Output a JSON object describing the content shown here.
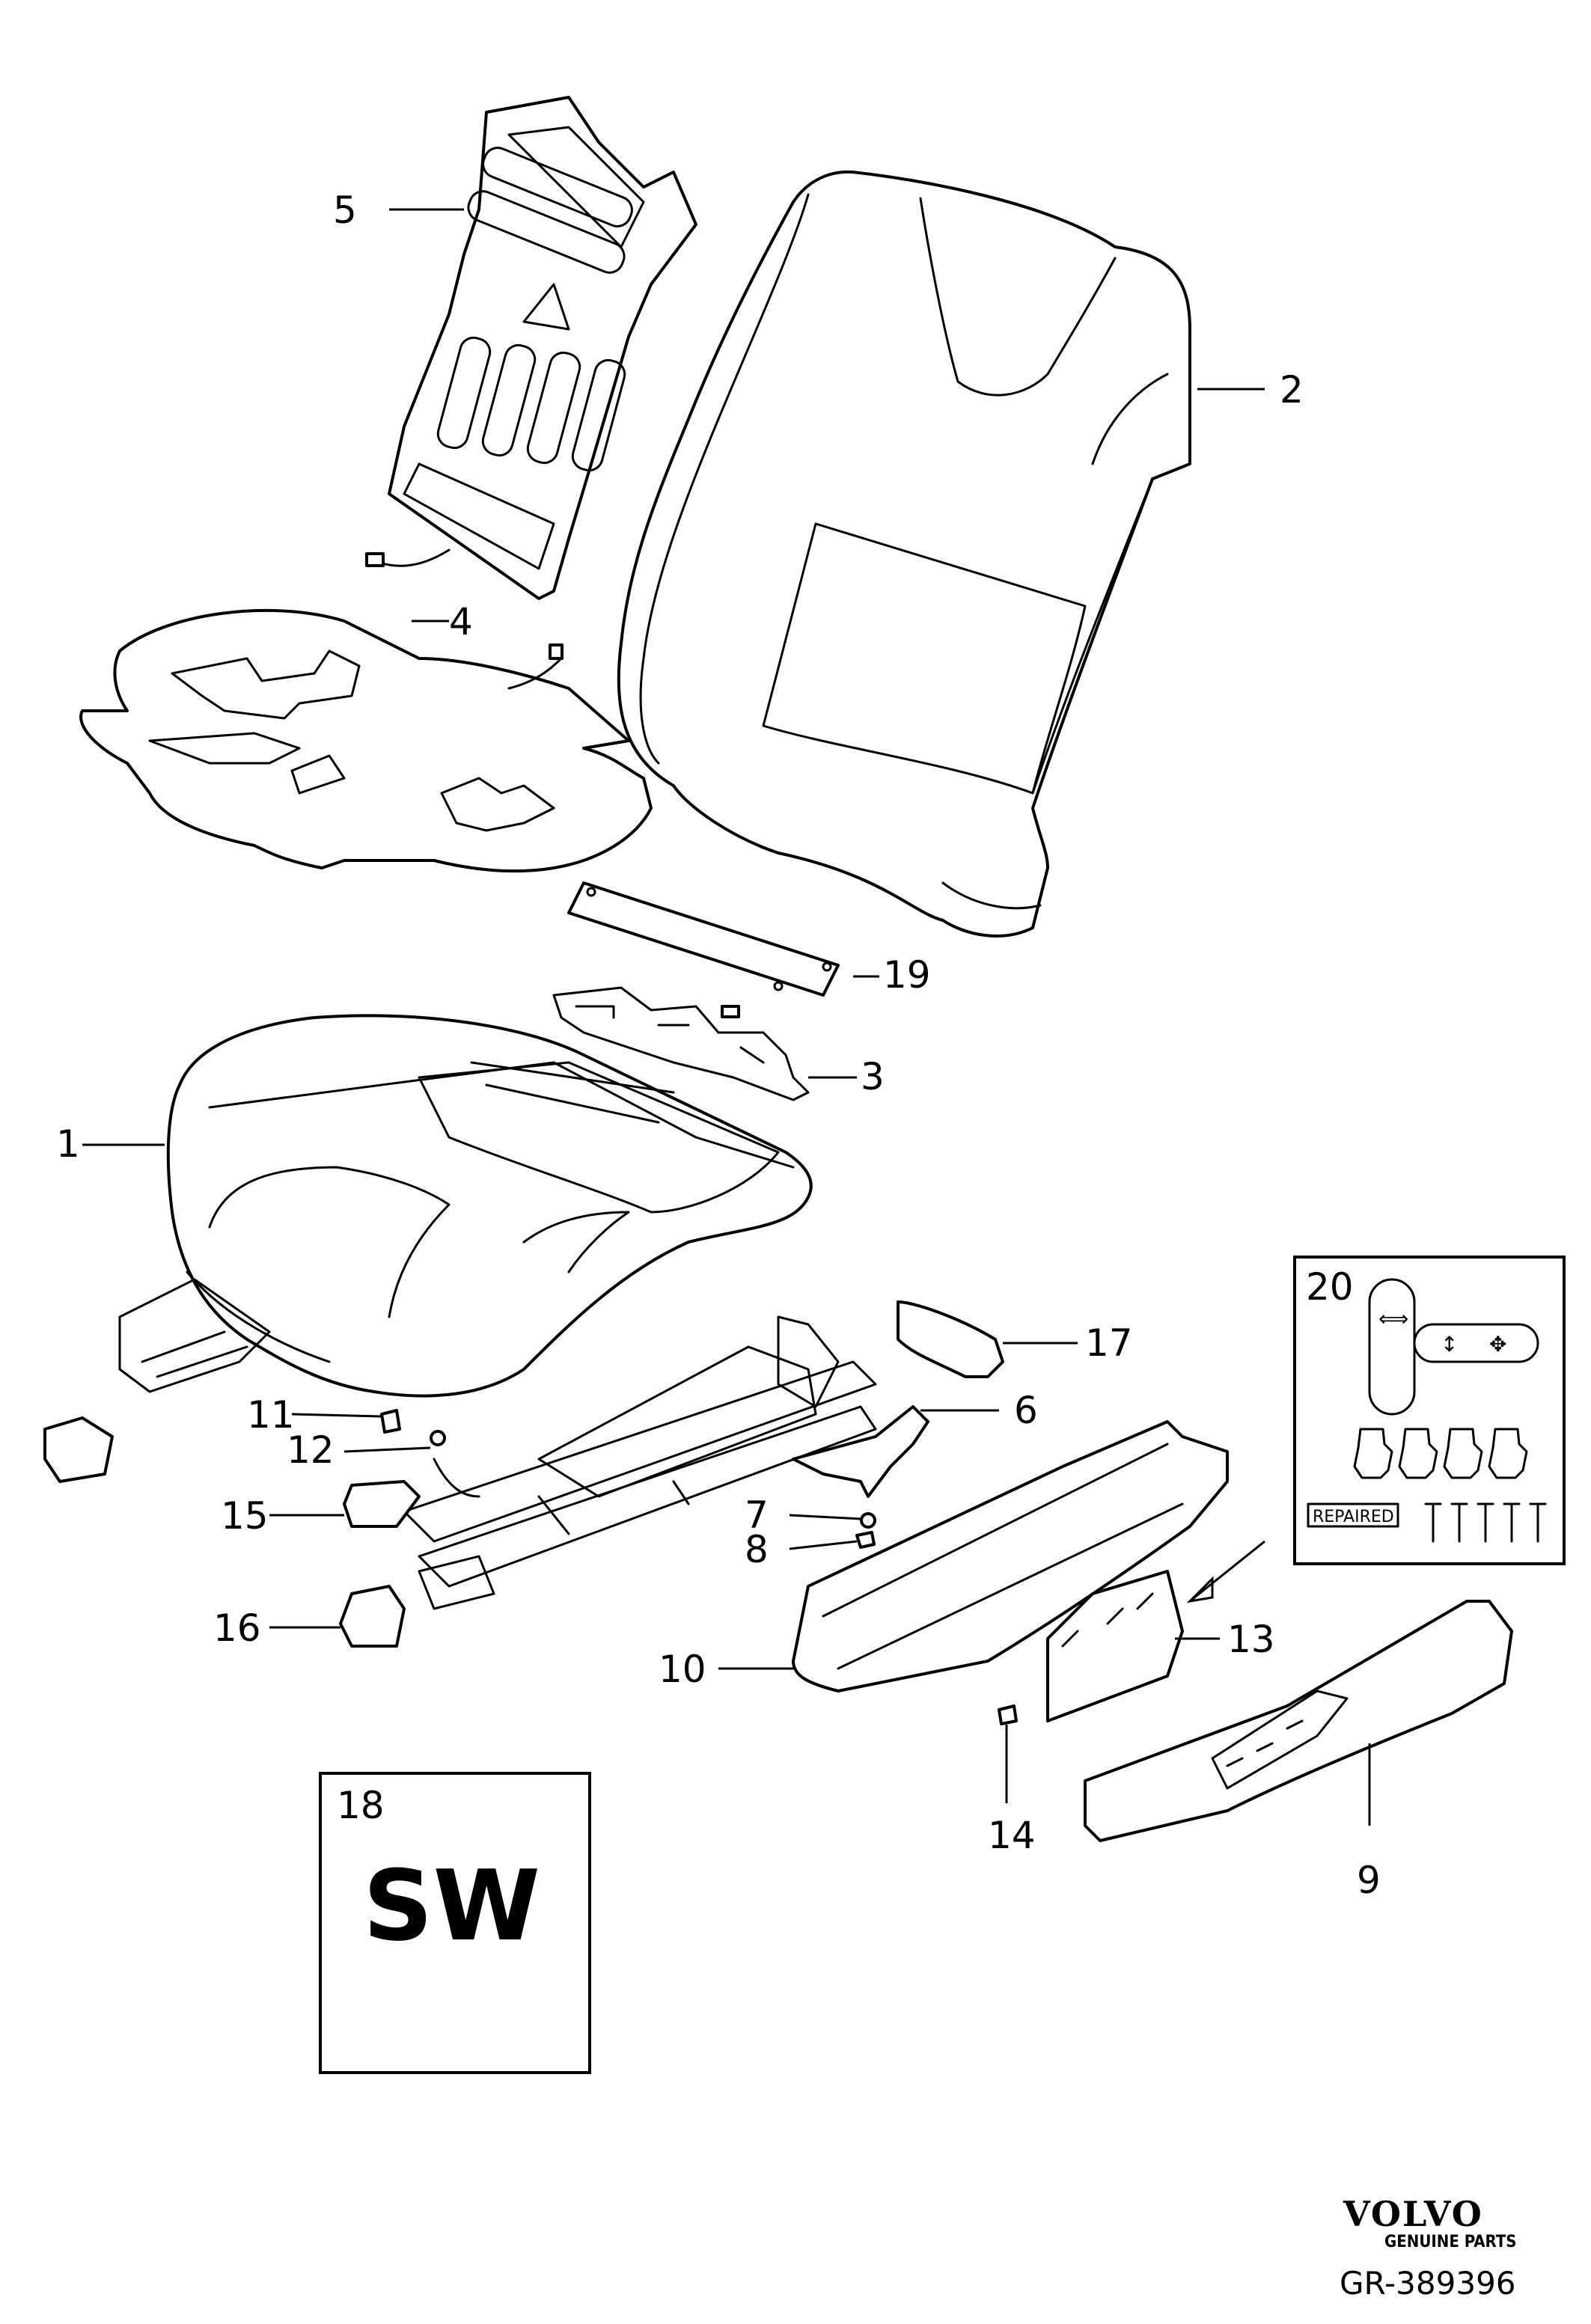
{
  "callouts": {
    "c1": "1",
    "c2": "2",
    "c3": "3",
    "c4": "4",
    "c5": "5",
    "c6": "6",
    "c7": "7",
    "c8": "8",
    "c9": "9",
    "c10": "10",
    "c11": "11",
    "c12": "12",
    "c13": "13",
    "c14": "14",
    "c15": "15",
    "c16": "16",
    "c17": "17",
    "c18": "18",
    "c19": "19",
    "c20": "20"
  },
  "box18": {
    "text": "SW"
  },
  "box20": {
    "label": "REPAIRED"
  },
  "brand": {
    "name": "VOLVO",
    "sub": "GENUINE PARTS"
  },
  "reference": "GR-389396"
}
